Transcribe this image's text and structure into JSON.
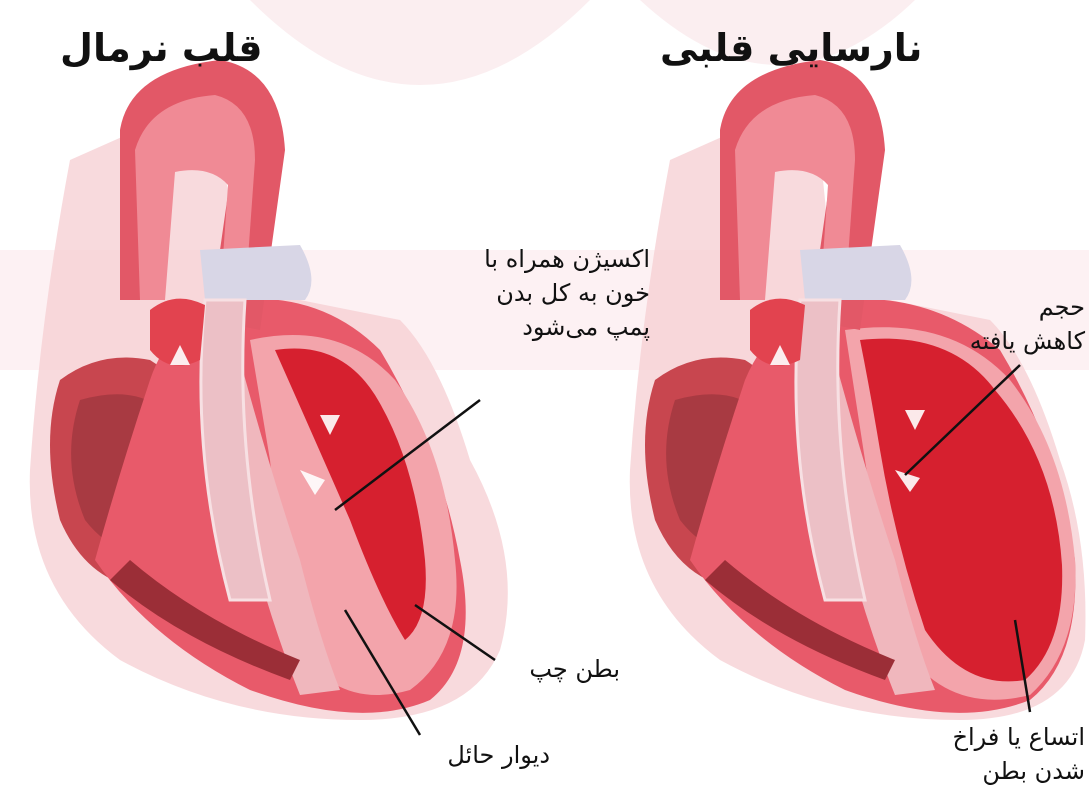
{
  "titles": {
    "normal_heart": "قلب نرمال",
    "heart_failure": "نارسایی قلبی"
  },
  "labels": {
    "oxygen_lines": [
      "اکسیژن همراه با",
      "خون به کل بدن",
      "پمپ می‌شود"
    ],
    "left_ventricle": "بطن چپ",
    "septum": "دیوار حائل",
    "reduced_volume_lines": [
      "حجم",
      "کاهش یافته"
    ],
    "dilation_lines": [
      "اتساع یا فراخ",
      "شدن بطن"
    ]
  },
  "colors": {
    "background": "#ffffff",
    "watermark": "#fbeef0",
    "heart_outer": "#e85a6a",
    "chamber_dark": "#d6202f",
    "wall_light": "#f3a4ab",
    "aorta": "#e25867",
    "vessel_blue": "#d8d6e6",
    "leader_line": "#111111"
  }
}
